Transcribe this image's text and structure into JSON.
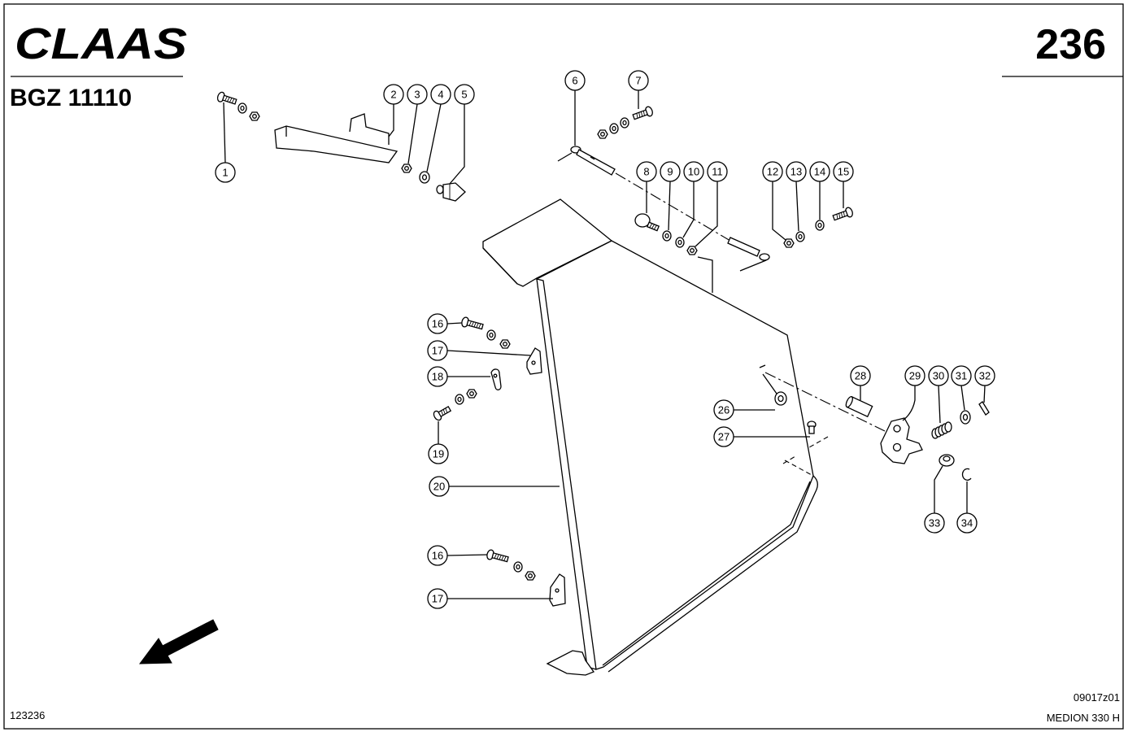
{
  "header": {
    "brand": "CLAAS",
    "page_number": "236",
    "group_code": "BGZ 11110"
  },
  "footer": {
    "image_number": "123236",
    "drawing_number": "09017z01",
    "model": "MEDION 330 H"
  },
  "callouts": [
    "1",
    "2",
    "3",
    "4",
    "5",
    "6",
    "7",
    "8",
    "9",
    "10",
    "11",
    "12",
    "13",
    "14",
    "15",
    "16",
    "17",
    "18",
    "19",
    "20",
    "26",
    "27",
    "28",
    "29",
    "30",
    "31",
    "32",
    "33",
    "34",
    "16",
    "17"
  ],
  "colors": {
    "ink": "#000000",
    "paper": "#ffffff"
  }
}
